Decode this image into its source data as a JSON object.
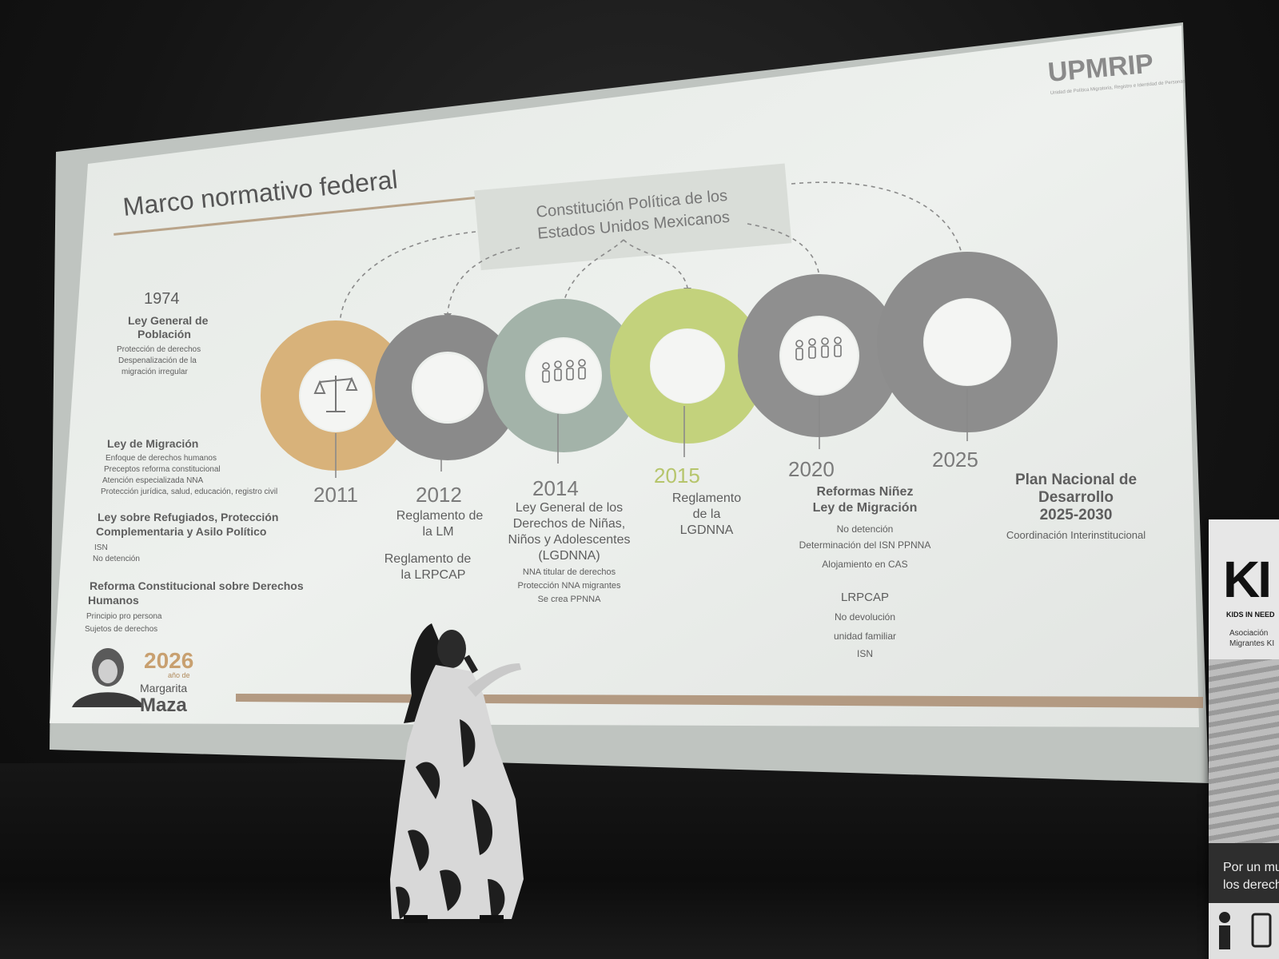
{
  "logo": {
    "name": "UPMRIP",
    "subtitle": "Unidad de Política Migratoria, Registro e Identidad de Personas"
  },
  "slide": {
    "title": "Marco normativo federal",
    "constitution_line1": "Constitución Política de los",
    "constitution_line2": "Estados Unidos Mexicanos"
  },
  "left_column": {
    "year_1974": "1974",
    "ley_poblacion_line1": "Ley General de",
    "ley_poblacion_line2": "Población",
    "ley_poblacion_notes": [
      "Protección de derechos",
      "Despenalización de la",
      "migración irregular"
    ],
    "ley_migracion": "Ley de Migración",
    "ley_migracion_notes": [
      "Enfoque de derechos humanos",
      "Preceptos reforma constitucional",
      "Atención especializada NNA",
      "Protección jurídica, salud, educación, registro civil"
    ],
    "refugiados_line1": "Ley sobre Refugiados, Protección",
    "refugiados_line2": "Complementaria y Asilo Político",
    "refugiados_notes": [
      "ISN",
      "No detención"
    ],
    "reforma_line1": "Reforma Constitucional sobre Derechos",
    "reforma_line2": "Humanos",
    "reforma_notes": [
      "Principio pro persona",
      "Sujetos de derechos"
    ]
  },
  "badge": {
    "year": "2026",
    "text": "año de",
    "name1": "Margarita",
    "name2": "Maza"
  },
  "timeline": [
    {
      "year": "2011",
      "color": "#d8b27a",
      "icon": "scales-icon",
      "lines": [],
      "notes": []
    },
    {
      "year": "2012",
      "color": "#8a8a8a",
      "icon": "",
      "lines": [
        "Reglamento de",
        "la LM",
        "",
        "Reglamento de",
        "la LRPCAP"
      ],
      "notes": []
    },
    {
      "year": "2014",
      "color": "#a3b3a9",
      "icon": "children-icon",
      "lines": [
        "Ley General de los",
        "Derechos de Niñas,",
        "Niños y Adolescentes",
        "(LGDNNA)"
      ],
      "notes": [
        "NNA titular de derechos",
        "Protección NNA migrantes",
        "Se crea PPNNA"
      ]
    },
    {
      "year": "2015",
      "color": "#c3d27c",
      "icon": "",
      "lines": [
        "Reglamento",
        "de la",
        "LGDNNA"
      ],
      "notes": []
    },
    {
      "year": "2020",
      "color": "#8f8f8f",
      "icon": "children-icon",
      "lines": [
        "Reformas Niñez",
        "Ley de Migración"
      ],
      "notes": [
        "No detención",
        "Determinación del ISN PPNNA",
        "Alojamiento en CAS",
        "",
        "LRPCAP",
        "No devolución",
        "unidad familiar",
        "ISN"
      ]
    },
    {
      "year": "2025",
      "color": "#8d8d8d",
      "icon": "",
      "lines": [
        "Plan Nacional de",
        "Desarrollo",
        "2025-2030"
      ],
      "notes": [
        "Coordinación Interinstitucional"
      ]
    }
  ],
  "banner": {
    "logo": "KI",
    "kids": "KIDS IN NEED",
    "assoc_line1": "Asociación",
    "assoc_line2": "Migrantes KI",
    "slogan_line1": "Por un mu",
    "slogan_line2": "los derech"
  }
}
